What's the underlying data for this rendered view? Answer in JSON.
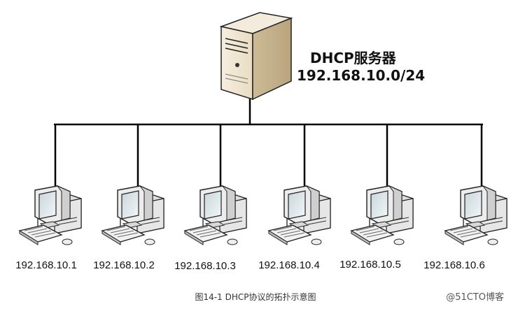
{
  "server": {
    "name": "DHCP服务器",
    "subnet": "192.168.10.0/24"
  },
  "clients": [
    {
      "ip": "192.168.10.1"
    },
    {
      "ip": "192.168.10.2"
    },
    {
      "ip": "192.168.10.3"
    },
    {
      "ip": "192.168.10.4"
    },
    {
      "ip": "192.168.10.5"
    },
    {
      "ip": "192.168.10.6"
    }
  ],
  "caption": "图14-1   DHCP协议的拓扑示意图",
  "watermark": "@51CTO博客"
}
